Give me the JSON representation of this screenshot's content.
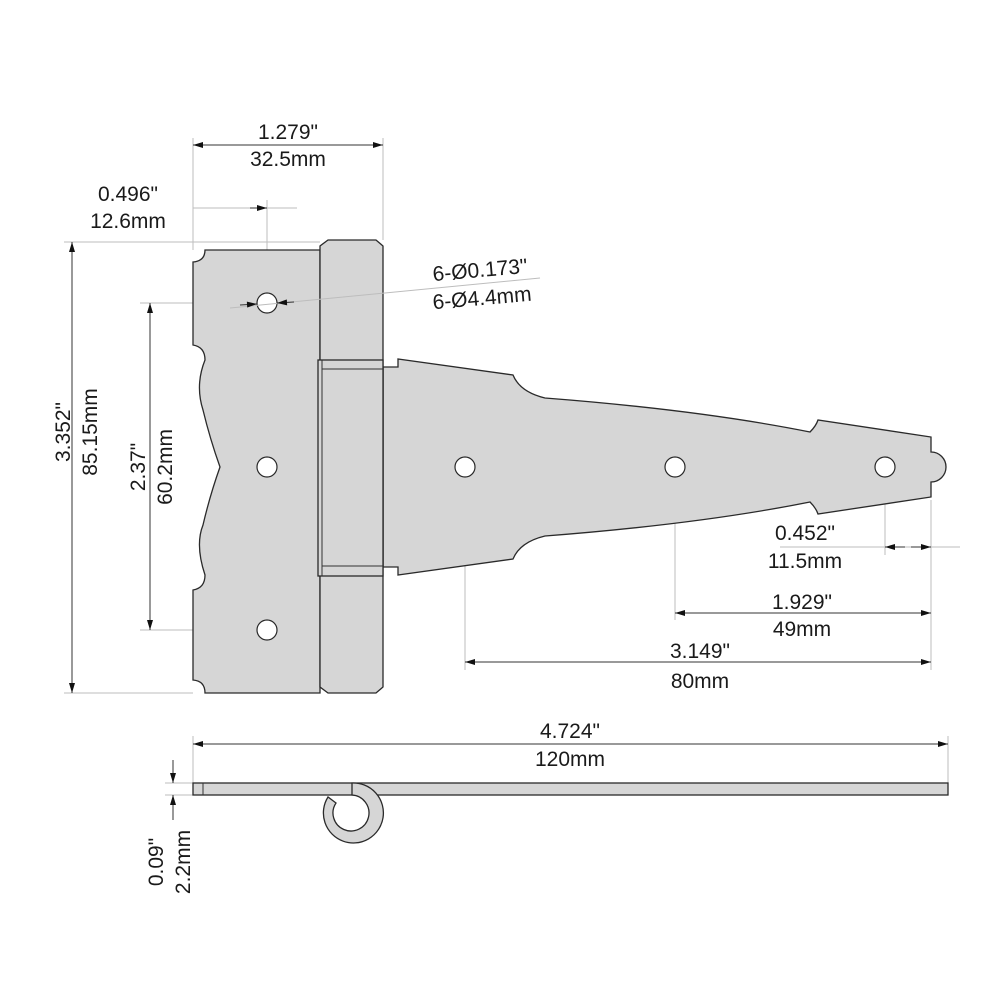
{
  "colors": {
    "part_fill": "#d6d6d6",
    "outline": "#2a2a2a",
    "dimension_line": "#333333"
  },
  "dimensions": {
    "leaf_width": {
      "inch": "1.279\"",
      "mm": "32.5mm"
    },
    "hole_offset": {
      "inch": "0.496\"",
      "mm": "12.6mm"
    },
    "hole_diameter": {
      "inch": "6-Ø0.173\"",
      "mm": "6-Ø4.4mm"
    },
    "overall_height": {
      "inch": "3.352\"",
      "mm": "85.15mm"
    },
    "hole_spacing_vertical": {
      "inch": "2.37\"",
      "mm": "60.2mm"
    },
    "tip_hole_offset": {
      "inch": "0.452\"",
      "mm": "11.5mm"
    },
    "middle_hole_offset": {
      "inch": "1.929\"",
      "mm": "49mm"
    },
    "first_hole_offset": {
      "inch": "3.149\"",
      "mm": "80mm"
    },
    "overall_length": {
      "inch": "4.724\"",
      "mm": "120mm"
    },
    "thickness": {
      "inch": "0.09\"",
      "mm": "2.2mm"
    }
  }
}
